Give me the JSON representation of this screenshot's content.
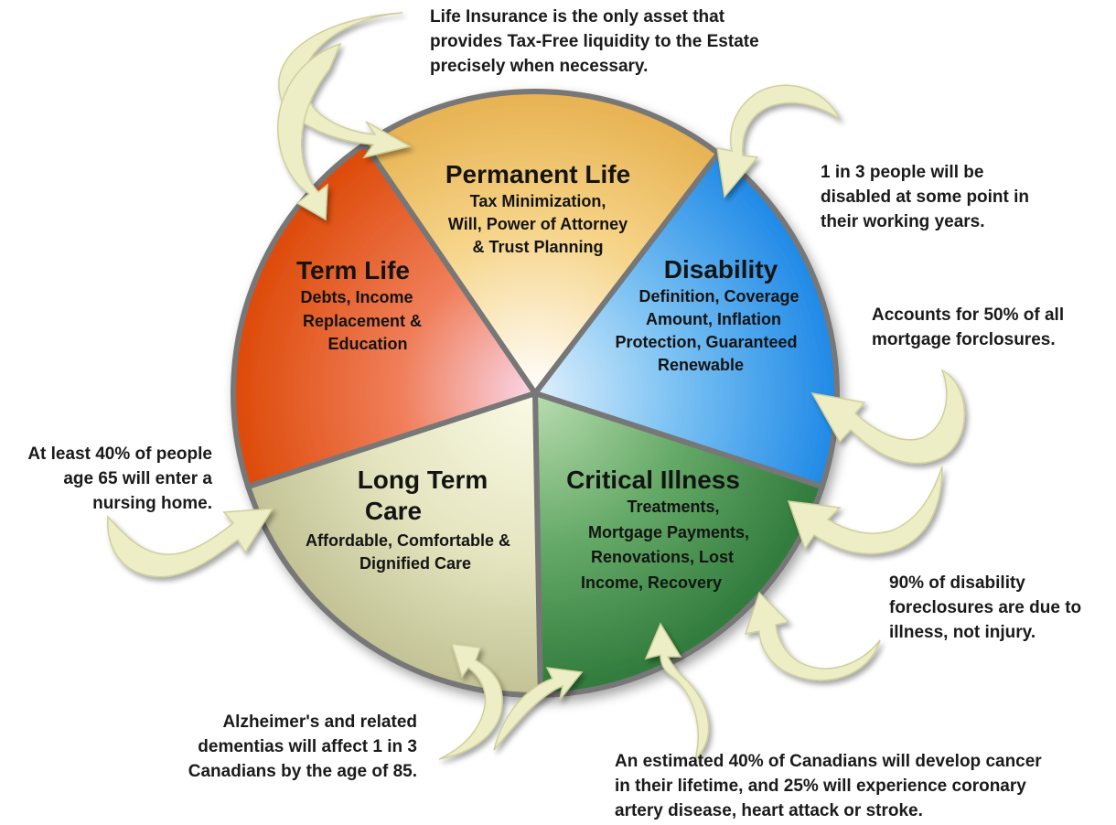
{
  "colors": {
    "permanent": "#f3c766",
    "disability": "#2f93ea",
    "critical": "#4f9a55",
    "ltc": "#d6d6a4",
    "term": "#ea5a2a",
    "arrow_fill": "#eeeec6",
    "divider": "#777777"
  },
  "segments": [
    {
      "id": "permanent",
      "title": "Permanent Life",
      "lines": [
        "Tax Minimization,",
        "Will, Power of Attorney",
        "& Trust Planning"
      ]
    },
    {
      "id": "disability",
      "title": "Disability",
      "lines": [
        "Definition, Coverage",
        "Amount, Inflation",
        "Protection, Guaranteed",
        "Renewable"
      ]
    },
    {
      "id": "critical",
      "title": "Critical Illness",
      "lines": [
        "Treatments,",
        "Mortgage Payments,",
        "Renovations, Lost",
        "Income, Recovery"
      ]
    },
    {
      "id": "ltc",
      "title_lines": [
        "Long Term",
        "Care"
      ],
      "lines": [
        "Affordable, Comfortable &",
        "Dignified Care"
      ]
    },
    {
      "id": "term",
      "title": "Term Life",
      "lines": [
        "Debts, Income",
        "Replacement &",
        "Education"
      ]
    }
  ],
  "notes": {
    "life_insurance": "Life Insurance is the only asset that\nprovides Tax-Free liquidity to the Estate\nprecisely when necessary.",
    "disabled": "1 in 3 people will be\ndisabled at some point in\ntheir working years.",
    "mortgage": "Accounts for 50% of all\nmortgage forclosures.",
    "nursing": "At least 40% of people\nage 65 will enter a\nnursing home.",
    "illness": "90% of disability\nforeclosures are due to\nillness, not injury.",
    "alzheimers": "Alzheimer's and related\ndementias will affect 1 in 3\nCanadians by the age of 85.",
    "cancer": "An estimated 40% of Canadians will develop cancer\nin their lifetime, and 25% will experience coronary\nartery disease, heart attack or stroke."
  }
}
